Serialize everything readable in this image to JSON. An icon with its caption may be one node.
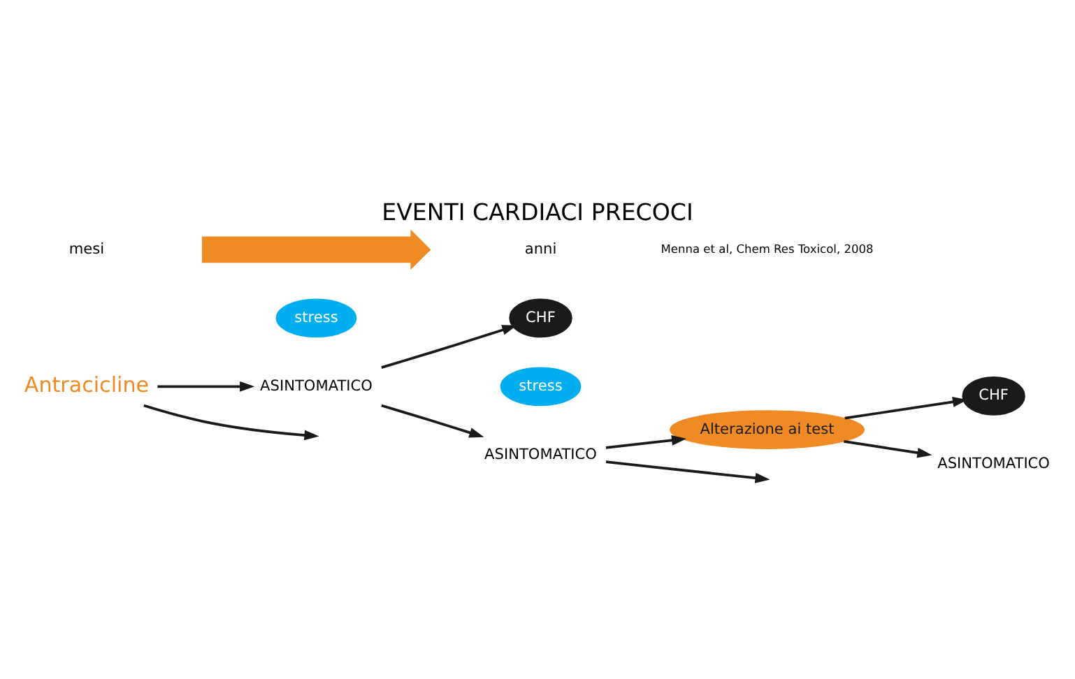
{
  "diagram": {
    "title": "EVENTI CARDIACI PRECOCI",
    "nodes": [
      {
        "text": [
          "Antracicline"
        ]
      },
      {
        "text": [
          "stress"
        ]
      },
      {
        "text": [
          "CHF"
        ]
      },
      {
        "text": [
          "ASINTOMATICO"
        ]
      },
      {
        "text": [
          "stress"
        ]
      },
      {
        "text": [
          "ASINTOMATICO"
        ]
      },
      {
        "text": [
          "Alterazione ai test"
        ]
      },
      {
        "text": [
          "CHF"
        ]
      },
      {
        "text": [
          "ASINTOMATICO"
        ]
      },
      {
        "text": [],
        "shape": "arrow"
      }
    ],
    "edges": [
      {
        "from": 0,
        "to": null,
        "arrow": "to"
      },
      {
        "from": 0,
        "to": 3,
        "arrow": "to"
      },
      {
        "from": 3,
        "to": 2,
        "arrow": "to"
      },
      {
        "from": 3,
        "to": 5,
        "arrow": "to"
      },
      {
        "from": 5,
        "to": 6,
        "arrow": "to"
      },
      {
        "from": 5,
        "to": null,
        "arrow": "to"
      },
      {
        "from": 6,
        "to": 7,
        "arrow": "to"
      },
      {
        "from": 6,
        "to": 8,
        "arrow": "to"
      }
    ],
    "labels": [
      "mesi",
      "anni",
      "Menna et al, Chem Res Toxicol, 2008"
    ]
  }
}
